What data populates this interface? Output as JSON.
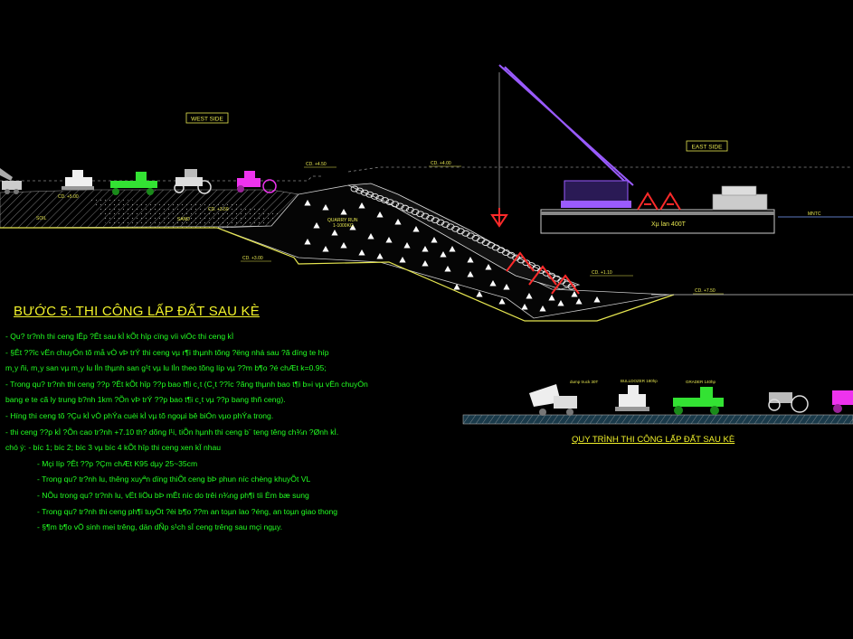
{
  "labels": {
    "west_side": "WEST SIDE",
    "east_side": "EAST SIDE",
    "crane_barge": "Xµ lan 400T",
    "mntc": "MNTC",
    "quarry": "QUARRY RUN",
    "quarry_sub": "1-1000KG",
    "soil": "SOIL",
    "sand": "SAND",
    "level_1": "CD. +4.50",
    "level_2": "CD. +4.00",
    "level_3": "CD. +3.00",
    "level_4": "CD. +1.10",
    "level_5": "CD. +7.50",
    "level_6": "CD. +3.50",
    "level_7": "CD. +5.00",
    "equip_1": "dump truck 30T",
    "equip_2": "BULLDOZER 180hp",
    "equip_3": "GRADER 140hp"
  },
  "step_title": "BƯỚC 5: THI CÔNG LẤP ĐẤT SAU KÈ",
  "process_title": "QUY TRÌNH THI CÔNG LẤP ĐẤT SAU KÈ",
  "notes": [
    "- Qu? tr?nh thi ceng lÊp ?Êt sau kÌ kÕt hîp cïng víi viÖc thi ceng kÌ",
    "- §Êt ??îc vËn chuyÓn tõ må vÒ vÞ trÝ thi ceng vµ r¶i thµnh tõng ?ëng nhá sau ?ã dïng te híp",
    "m¸y ñi, m¸y san vµ m¸y lu lÌn thµnh san g¹t vµ lu lÌn theo tõng líp vµ ??m b¶o ?é chÆt k=0.95;",
    "- Trong qu? tr?nh thi ceng ??p ?Êt kÕt hîp ??p bao t¶i c¸t (C¸t ??îc ?ãng thµnh bao t¶i b»i vµ vËn chuyÓn",
    "bang e te cã ly trung b?nh 1km ?Õn vÞ trÝ ??p bao t¶i c¸t vµ ??p bang thñ ceng).",
    "- H­íng thi ceng tõ ?Çu kÌ vÒ phÝa cuèi kÌ vµ tõ ngoµi bê biÓn vµo phÝa trong.",
    "- thi ceng ??p kÌ ?Õn cao tr?nh +7.10 th? dõng l¹i, tiÕn hµnh thi ceng b¨ teng t­êng ch¾n ?Ønh kÌ.",
    "chó ý:  - b­íc 1; b­íc 2; b­íc 3 vµ b­íc 4 kÕt hîp thi ceng xen kÏ nhau",
    "- Mçi líp ?Êt ??p ?Çm chÆt K95 dµy 25~35cm",
    "- Trong qu? tr?nh lu, th­êng xuyªn dïng thiÕt ceng bÞ phun n­íc chèng khuyÕt VL",
    "- NÕu trong qu? tr?nh lu, vËt liÖu bÞ mÊt n­íc do trêi n¾ng ph¶i t­íi Èm bæ sung",
    "- Trong qu? tr?nh thi ceng ph¶i tuyÖt ?èi b¶o ??m an toµn lao ?éng, an toµn giao thong",
    "- §¶m b¶o vÖ sinh mei tr­êng, dän dÑp s¹ch sÏ ceng tr­êng sau mçi ngµy."
  ]
}
